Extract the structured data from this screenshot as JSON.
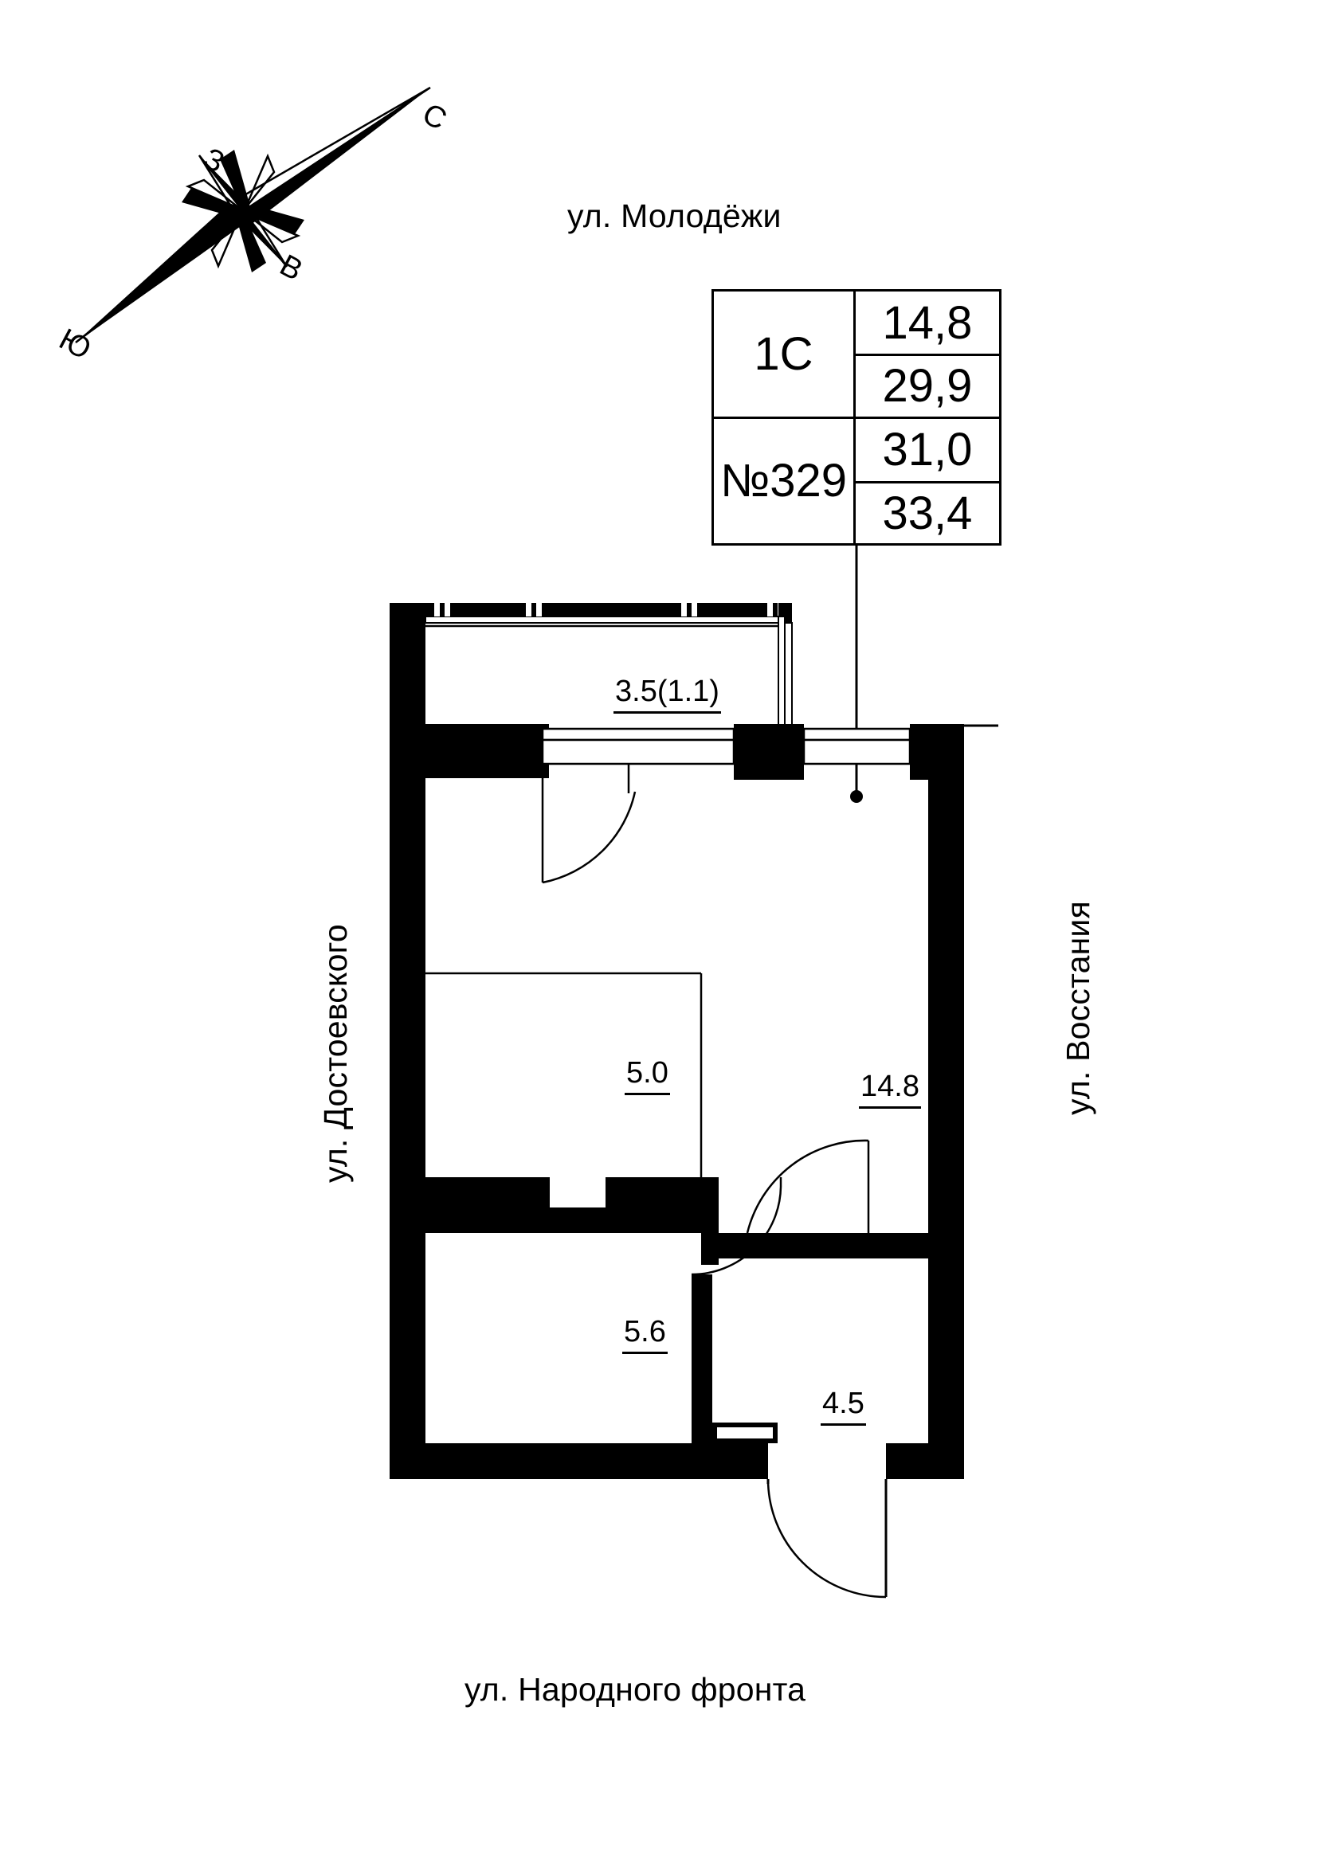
{
  "plan": {
    "streets": {
      "top": "ул. Молодёжи",
      "bottom": "ул. Народного фронта",
      "left": "ул. Достоевского",
      "right": "ул. Восстания"
    },
    "compass": {
      "north": "С",
      "west": "З",
      "east": "В",
      "south": "Ю"
    },
    "info_table": {
      "type_label": "1С",
      "number_label": "№329",
      "areas": [
        "14,8",
        "29,9",
        "31,0",
        "33,4"
      ]
    },
    "rooms": [
      {
        "name": "balcony",
        "area": "3.5(1.1)"
      },
      {
        "name": "kitchen-niche",
        "area": "5.0"
      },
      {
        "name": "living-room",
        "area": "14.8"
      },
      {
        "name": "bathroom",
        "area": "5.6"
      },
      {
        "name": "hallway",
        "area": "4.5"
      }
    ],
    "colors": {
      "wall": "#000000",
      "background": "#ffffff",
      "line": "#000000"
    }
  }
}
